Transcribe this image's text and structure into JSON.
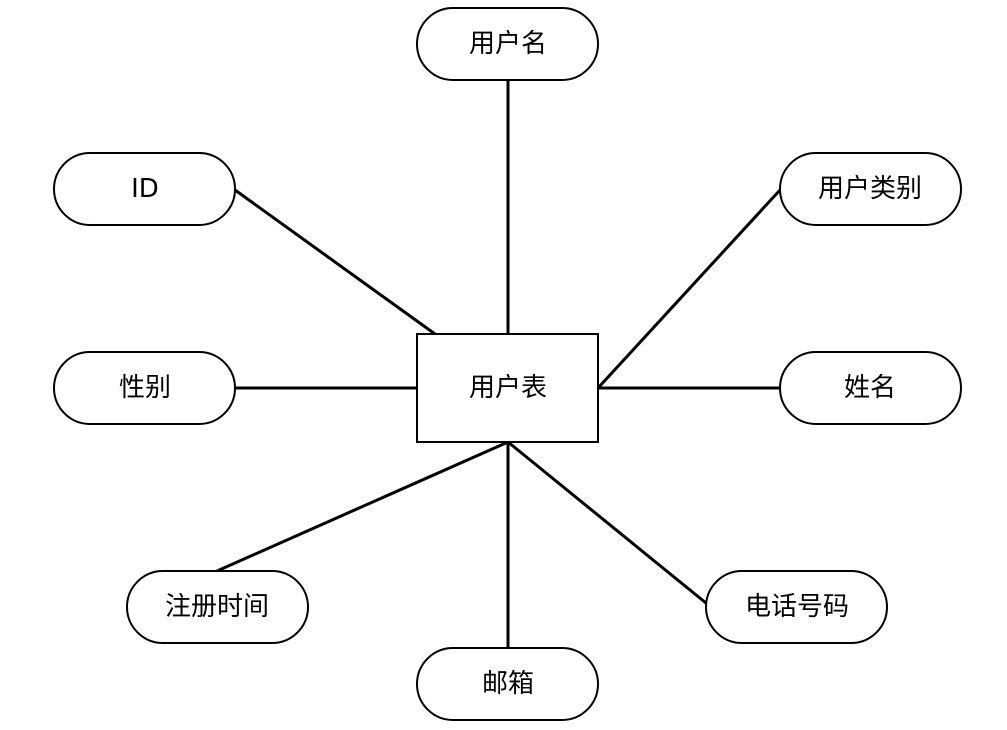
{
  "diagram": {
    "entity": {
      "label": "用户表"
    },
    "attributes": {
      "username": "用户名",
      "id": "ID",
      "user_type": "用户类别",
      "gender": "性别",
      "name": "姓名",
      "register_time": "注册时间",
      "phone": "电话号码",
      "email": "邮箱"
    }
  }
}
